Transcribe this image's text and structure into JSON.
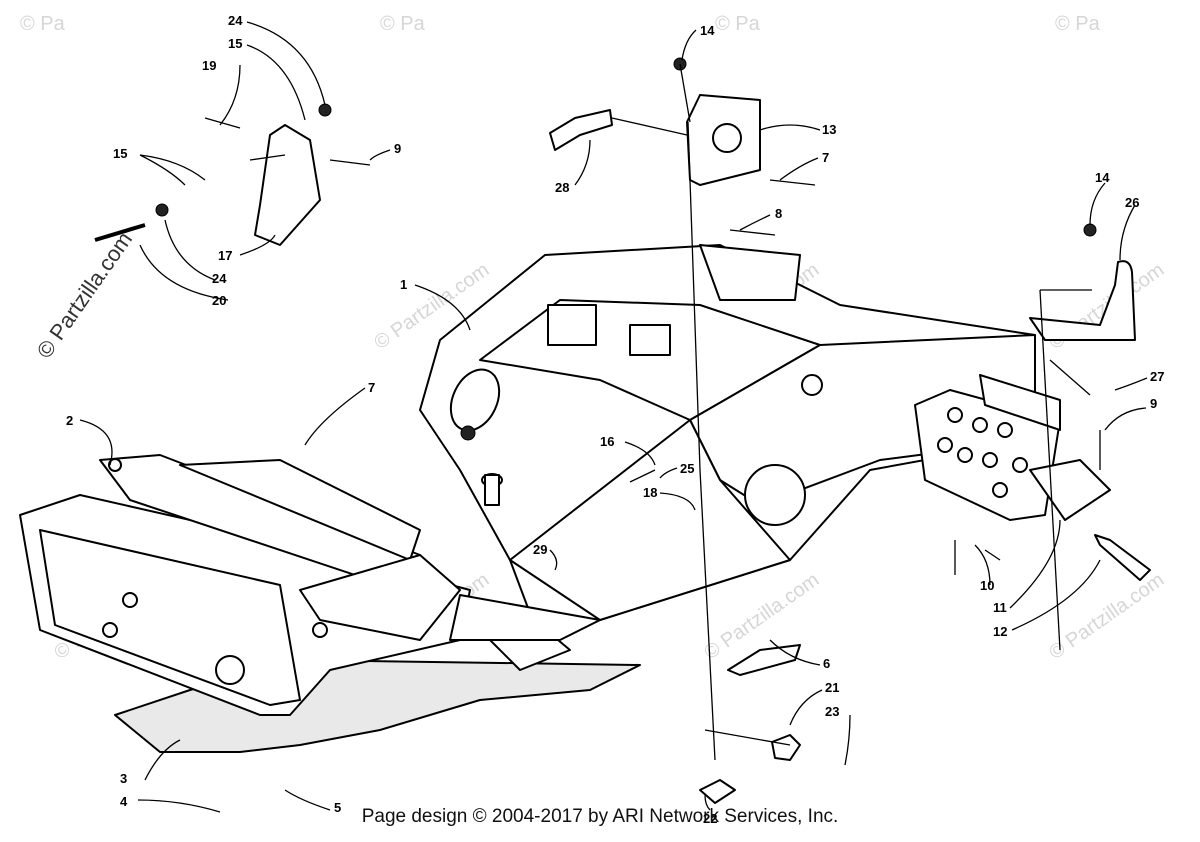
{
  "footer": "Page design © 2004-2017 by ARI Network Services, Inc.",
  "watermark": "© Partzilla.com",
  "watermark_short": "© Pa",
  "callouts": [
    "1",
    "2",
    "3",
    "4",
    "5",
    "6",
    "7",
    "7",
    "8",
    "9",
    "9",
    "10",
    "11",
    "12",
    "13",
    "14",
    "14",
    "15",
    "15",
    "16",
    "17",
    "18",
    "19",
    "20",
    "21",
    "22",
    "23",
    "24",
    "24",
    "25",
    "26",
    "27",
    "28",
    "29"
  ]
}
